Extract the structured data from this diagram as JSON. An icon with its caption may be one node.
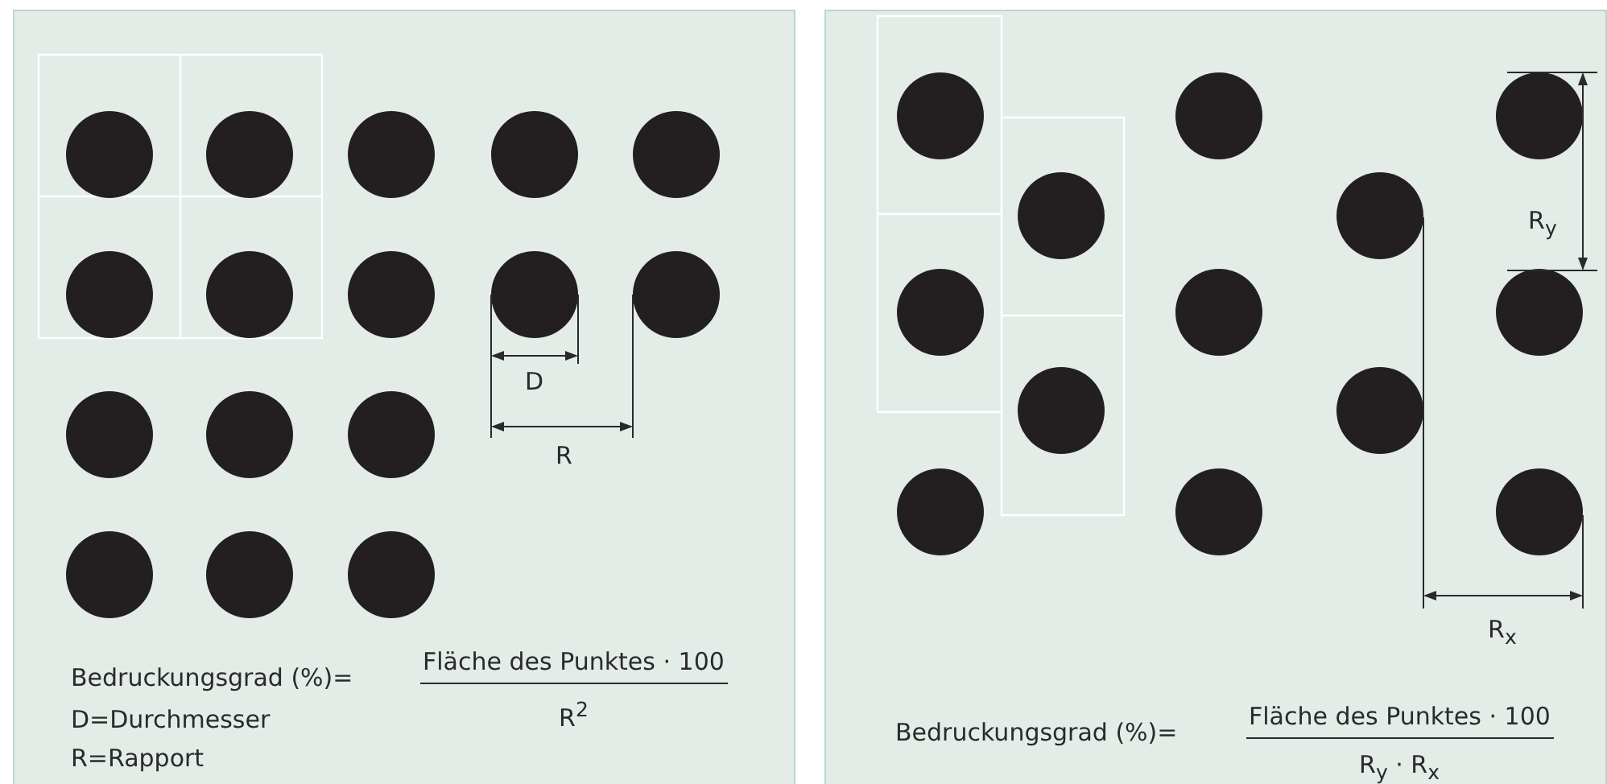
{
  "diagram": {
    "labels": [
      "D",
      "R",
      "Bedruckungsgrad (%)=",
      "Fläche des Punktes · 100",
      "R$^{2}$",
      "D=Durchmesser",
      "R=Rapport",
      "R$_{y}$",
      "R$_{x}$",
      "Bedruckungsgrad (%)=",
      "Fläche des Punktes · 100",
      "R$_{y}$ · R$_{x}$"
    ]
  }
}
